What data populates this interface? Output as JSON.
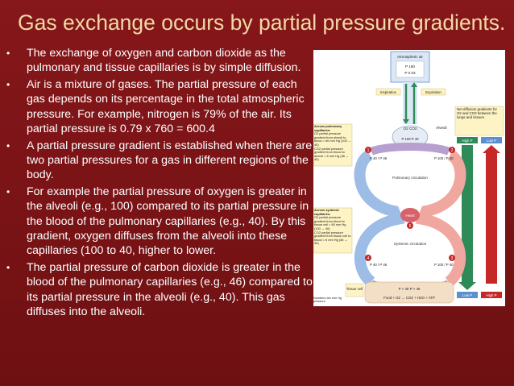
{
  "slide": {
    "title": "Gas exchange occurs by partial pressure gradients.",
    "bullets": [
      "The exchange of oxygen and carbon dioxide as the pulmonary and tissue capillaries is by simple diffusion.",
      "Air is a mixture of gases.  The partial pressure of each gas depends on its percentage in the total atmospheric pressure.  For example, nitrogen is 79% of the air.  Its partial pressure is 0.79 x 760 = 600.4",
      "A partial pressure gradient is established when there are two partial pressures for a gas in different regions of the body.",
      "For example the partial pressure of oxygen is greater in the alveoli (e.g., 100) compared to its partial pressure in the blood of the pulmonary capillaries (e.g., 40).  By this gradient, oxygen diffuses from the alveoli into these capillaries (100 to 40, higher to lower.",
      "The partial pressure of carbon dioxide is greater in the blood of the pulmonary capillaries (e.g., 46) compared to its partial pressure in the alveoli (e.g., 40).  This gas diffuses into the alveoli."
    ]
  },
  "figure": {
    "atmospheric_air": "Atmospheric air",
    "atm_po2": "P   160",
    "atm_pco2": "P   0.03",
    "inspiration": "Inspiration",
    "expiration": "Expiration",
    "alveoli": "Alveoli",
    "alveoli_values": "P   100  P   40",
    "o2_co2": "O2  CO2",
    "net_gradients": "Net diffusion gradients for O2 and CO2 between the lungs and tissues",
    "high_po2": "High P",
    "low_pco2": "Low P",
    "low_po2": "Low P",
    "high_pco2": "High P",
    "across_pulmonary": "Across pulmonary capillaries:",
    "pulm_o2_text": "O2 partial pressure gradient from alveoli to blood = 60 mm Hg (100 → 40)",
    "pulm_co2_text": "CO2 partial pressure gradient from blood to alveoli = 6 mm Hg (46 → 40)",
    "across_systemic": "Across systemic capillaries:",
    "sys_o2_text": "O2 partial pressure gradient from blood to tissue cell = 60 mm Hg (100 → 40)",
    "sys_co2_text": "CO2 partial pressure gradient from tissue cell to blood = 6 mm Hg (46 → 40)",
    "pulmonary_circulation": "Pulmonary circulation",
    "heart": "Heart",
    "systemic_circulation": "Systemic circulation",
    "left_top_values": "P  40 / P  46",
    "right_top_values": "P  100 / P  40",
    "left_bottom_values": "P  40 / P  46",
    "right_bottom_values": "P  100 / P  40",
    "tissue_cell": "Tissue cell",
    "tissue_values": "P   < 40  P   > 46",
    "metabolism": "Food + O2 → CO2 + H2O + ATP",
    "numbers_note": "Numbers are mm Hg pressure.",
    "step_numbers": [
      "1",
      "2",
      "3",
      "4",
      "5"
    ],
    "colors": {
      "blue": "#5b8fce",
      "red": "#e8837a",
      "green": "#2e8b57",
      "yellow_box": "#fdf3c4"
    }
  }
}
